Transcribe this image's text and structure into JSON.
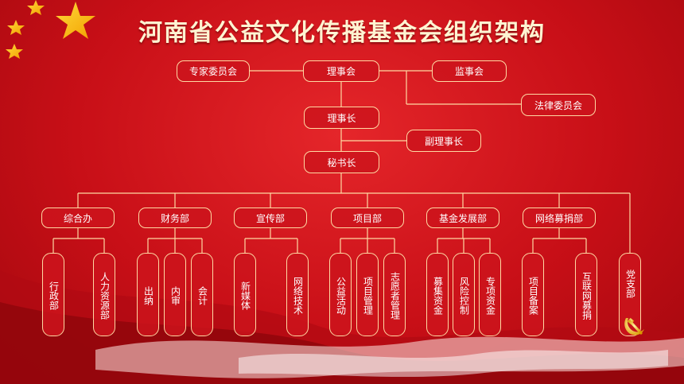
{
  "title": "河南省公益文化传播基金会组织架构",
  "nodes": {
    "expert_committee": "专家委员会",
    "board": "理事会",
    "supervisors": "监事会",
    "legal_committee": "法律委员会",
    "chairman": "理事长",
    "vice_chairman": "副理事长",
    "secretary_general": "秘书长",
    "party_branch": "党支部"
  },
  "departments": [
    {
      "name": "综合办",
      "units": [
        "行政部",
        "人力资源部"
      ]
    },
    {
      "name": "财务部",
      "units": [
        "出纳",
        "内审",
        "会计"
      ]
    },
    {
      "name": "宣传部",
      "units": [
        "新媒体",
        "网络技术"
      ]
    },
    {
      "name": "项目部",
      "units": [
        "公益活动",
        "项目管理",
        "志愿者管理"
      ]
    },
    {
      "name": "基金发展部",
      "units": [
        "募集资金",
        "风险控制",
        "专项资金"
      ]
    },
    {
      "name": "网络募捐部",
      "units": [
        "项目备案",
        "互联网募捐"
      ]
    }
  ],
  "colors": {
    "background": "#c80f17",
    "box_fill": "#cd141c",
    "border": "#ffd9a3",
    "title": "#fff4d2",
    "star": "#ffd93a"
  }
}
